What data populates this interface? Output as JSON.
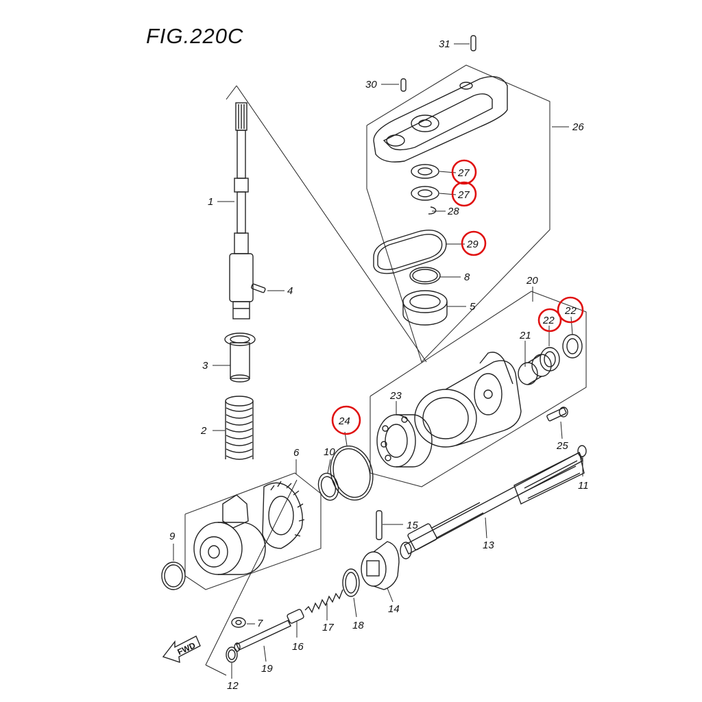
{
  "figure": {
    "title": "FIG.220C",
    "direction_label": "FWD"
  },
  "highlight_color": "#e01010",
  "callouts": {
    "p1": "1",
    "p2": "2",
    "p3": "3",
    "p4": "4",
    "p5": "5",
    "p6": "6",
    "p7": "7",
    "p8": "8",
    "p9": "9",
    "p10": "10",
    "p11": "11",
    "p12": "12",
    "p13": "13",
    "p14": "14",
    "p15": "15",
    "p16": "16",
    "p17": "17",
    "p18": "18",
    "p19": "19",
    "p20": "20",
    "p21": "21",
    "p22a": "22",
    "p22b": "22",
    "p23": "23",
    "p24": "24",
    "p25": "25",
    "p26": "26",
    "p27a": "27",
    "p27b": "27",
    "p28": "28",
    "p29": "29",
    "p30": "30",
    "p31": "31"
  },
  "highlighted_parts": [
    "22",
    "24",
    "27",
    "29"
  ]
}
